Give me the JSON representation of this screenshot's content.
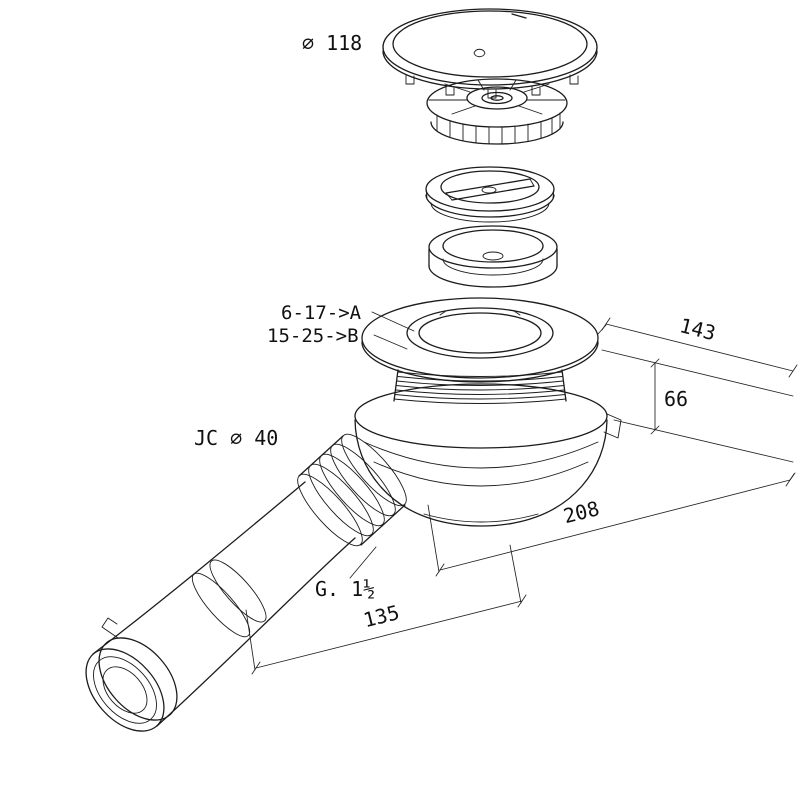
{
  "drawing": {
    "subject": "Exploded technical drawing of a shower drain waste trap",
    "annotations": {
      "cap_diameter": "∅ 118",
      "range_a": "6-17->A",
      "range_b": "15-25->B",
      "outlet_code": "JC ∅ 40",
      "thread_size": "G. 1½"
    },
    "dimensions": {
      "flange_width": "143",
      "body_height": "66",
      "body_length": "208",
      "outlet_length": "135"
    },
    "colors": {
      "line": "#1c1c1c",
      "dimension_line": "#222222",
      "background": "#ffffff"
    }
  }
}
